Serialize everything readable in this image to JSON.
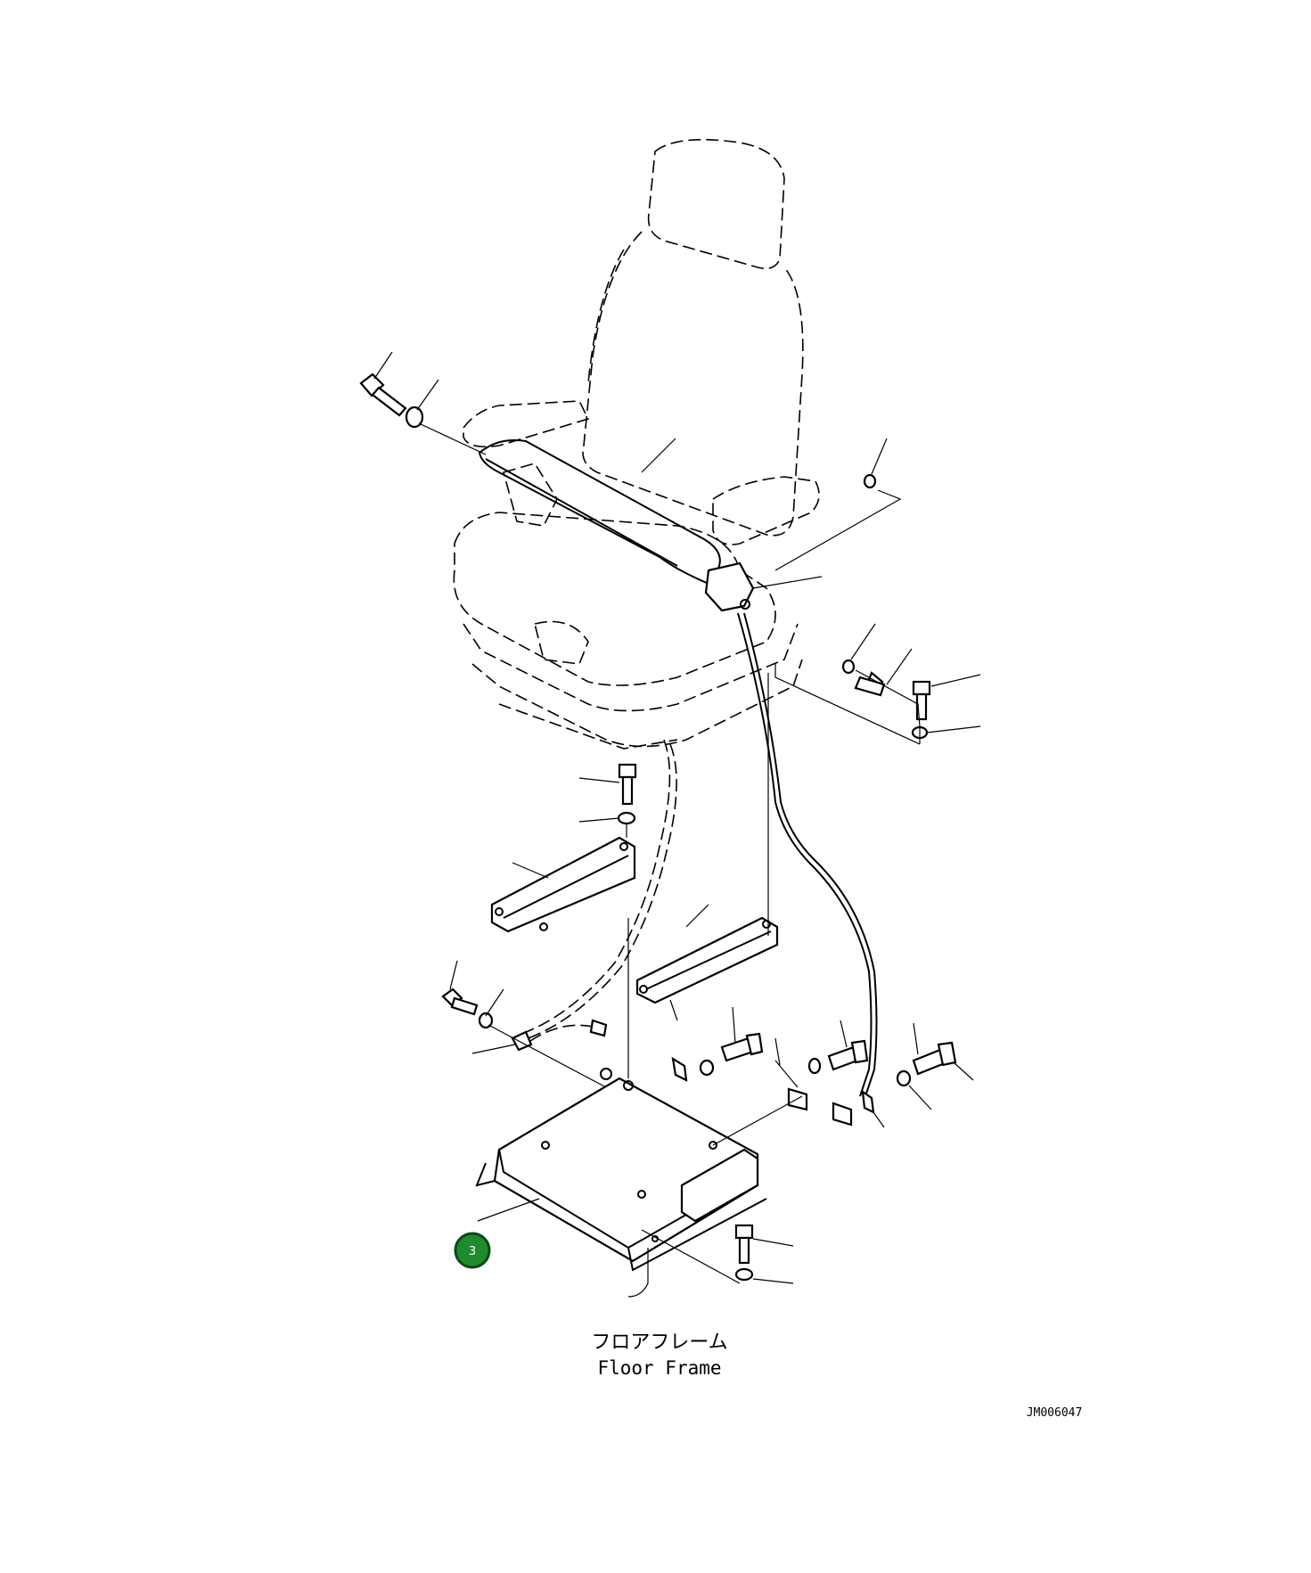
{
  "diagram": {
    "caption_jp": "フロアフレーム",
    "caption_en": "Floor Frame",
    "drawing_code": "JM006047",
    "callout": {
      "label": "3",
      "color": "#1f8a2e",
      "border": "#0b4a14"
    }
  }
}
